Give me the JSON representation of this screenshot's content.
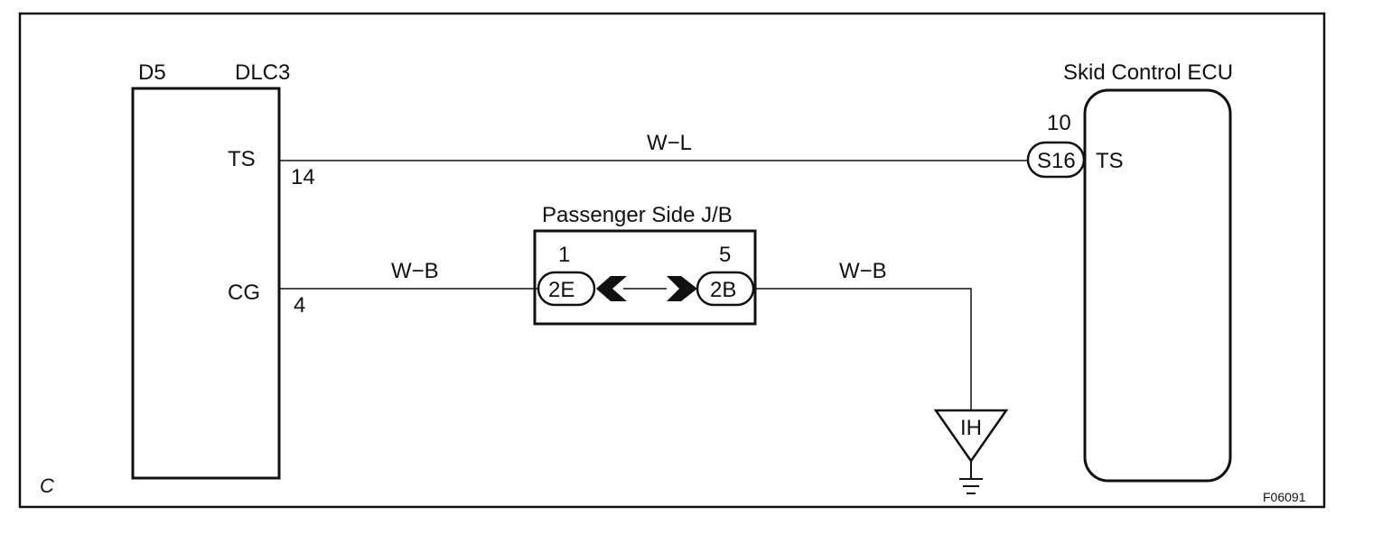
{
  "frame": {
    "corner_label": "C",
    "figure_code": "F06091"
  },
  "dlc3": {
    "connector_code": "D5",
    "name": "DLC3",
    "pin_ts": {
      "terminal": "TS",
      "number": "14"
    },
    "pin_cg": {
      "terminal": "CG",
      "number": "4"
    }
  },
  "ecu": {
    "name": "Skid Control ECU",
    "connector_code": "S16",
    "pin_number": "10",
    "terminal": "TS"
  },
  "junction_block": {
    "name": "Passenger Side J/B",
    "left_connector": "2E",
    "left_pin": "1",
    "right_connector": "2B",
    "right_pin": "5"
  },
  "wires": {
    "ts_line": "W−L",
    "cg_line": "W−B",
    "ground_line": "W−B"
  },
  "ground": {
    "label": "IH"
  }
}
